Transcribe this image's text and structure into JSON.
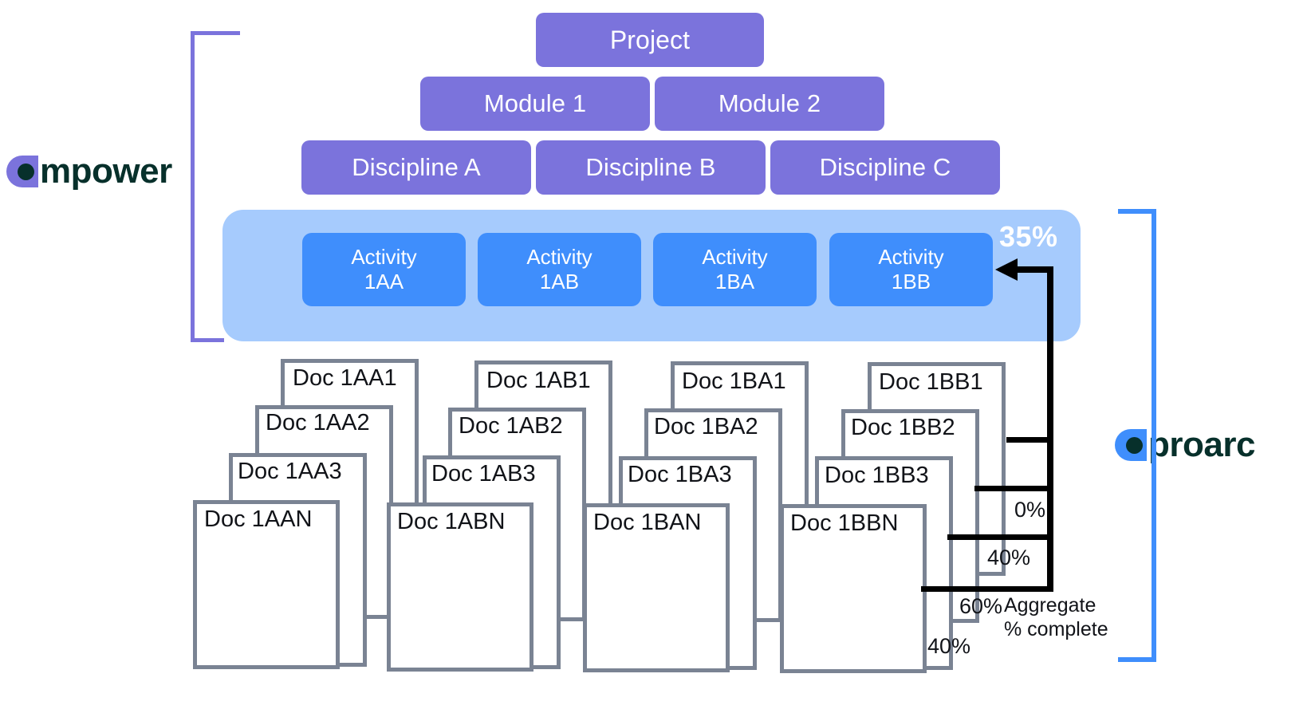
{
  "brand": {
    "left_logo": {
      "name": "mpower",
      "mark": "half-circle-dot-icon",
      "color": "#7B73DC"
    },
    "right_logo": {
      "name": "proarc",
      "mark": "half-circle-dot-icon",
      "color": "#3F8EFC"
    }
  },
  "hierarchy": {
    "level1": [
      {
        "label": "Project"
      }
    ],
    "level2": [
      {
        "label": "Module 1"
      },
      {
        "label": "Module 2"
      }
    ],
    "level3": [
      {
        "label": "Discipline A"
      },
      {
        "label": "Discipline B"
      },
      {
        "label": "Discipline C"
      }
    ]
  },
  "activities": {
    "container_percent": "35%",
    "items": [
      {
        "line1": "Activity",
        "line2": "1AA"
      },
      {
        "line1": "Activity",
        "line2": "1AB"
      },
      {
        "line1": "Activity",
        "line2": "1BA"
      },
      {
        "line1": "Activity",
        "line2": "1BB"
      }
    ]
  },
  "document_stacks": [
    {
      "docs": [
        "Doc 1AA1",
        "Doc 1AA2",
        "Doc 1AA3",
        "Doc 1AAN"
      ]
    },
    {
      "docs": [
        "Doc 1AB1",
        "Doc 1AB2",
        "Doc 1AB3",
        "Doc 1ABN"
      ]
    },
    {
      "docs": [
        "Doc 1BA1",
        "Doc 1BA2",
        "Doc 1BA3",
        "Doc 1BAN"
      ]
    },
    {
      "docs": [
        "Doc 1BB1",
        "Doc 1BB2",
        "Doc 1BB3",
        "Doc 1BBN"
      ]
    }
  ],
  "rollup": {
    "doc_percents": [
      "0%",
      "40%",
      "60%",
      "40%"
    ],
    "caption": "Aggregate\n% complete"
  },
  "colors": {
    "purple": "#7B73DC",
    "activity_blue": "#3F8EFC",
    "container_blue": "#A6CBFD",
    "card_border": "#7A8393",
    "ink": "#111318",
    "logo_ink": "#07302B"
  }
}
